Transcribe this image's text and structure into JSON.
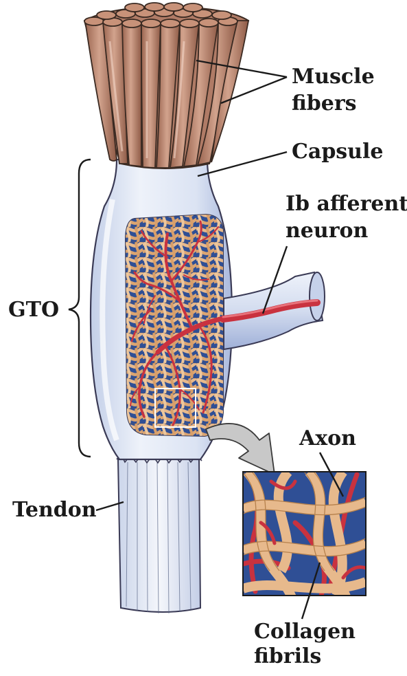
{
  "labels": {
    "muscle_fibers_line1": "Muscle",
    "muscle_fibers_line2": "fibers",
    "capsule": "Capsule",
    "ib_afferent_line1": "Ib afferent",
    "ib_afferent_line2": "neuron",
    "gto": "GTO",
    "axon": "Axon",
    "tendon": "Tendon",
    "collagen_line1": "Collagen",
    "collagen_line2": "fibrils"
  },
  "colors": {
    "muscle": "#b9806a",
    "muscle_dark": "#7d4c3b",
    "capsule": "#dde6f5",
    "capsule_edge": "#6f83b8",
    "collagen": "#e7b98c",
    "collagen_dark": "#b5804c",
    "axon": "#c9323f",
    "inset_background": "#2f4f95",
    "arrow": "#c8c8c8"
  }
}
